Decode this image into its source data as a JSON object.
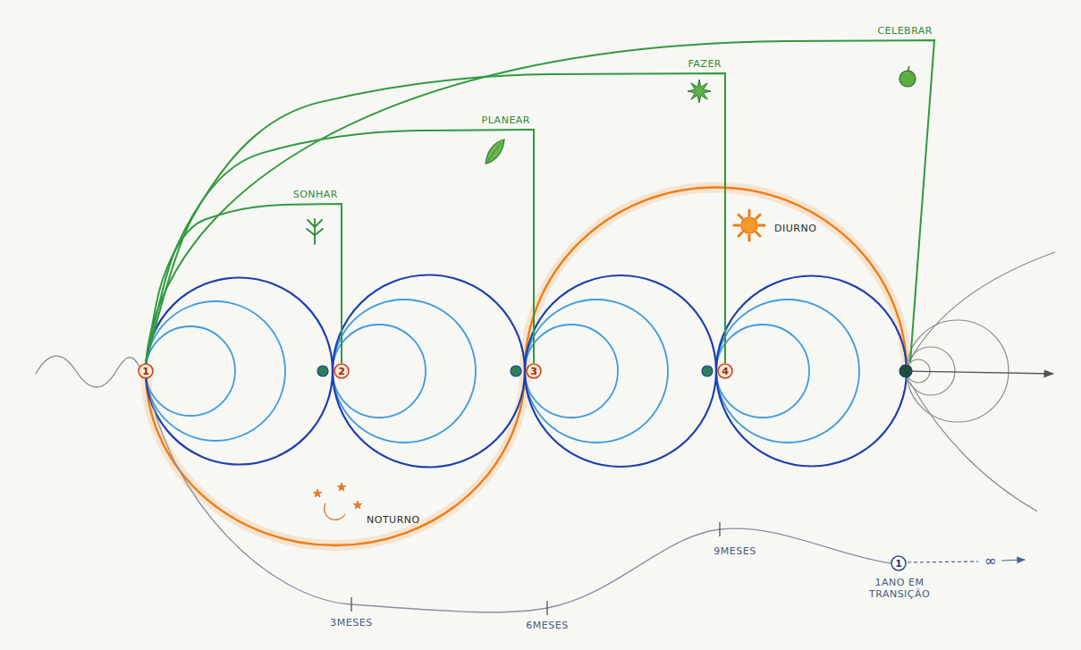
{
  "diagram": {
    "nodes": [
      {
        "text": [
          "1"
        ]
      },
      {
        "text": [
          "2"
        ]
      },
      {
        "text": [
          "3"
        ]
      },
      {
        "text": [
          "4"
        ]
      },
      {
        "text": [
          "1"
        ]
      }
    ],
    "edges": [
      {
        "from": 0,
        "to": 1,
        "arrow": "none",
        "label": "SONHAR"
      },
      {
        "from": 0,
        "to": 2,
        "arrow": "none",
        "label": "PLANEAR"
      },
      {
        "from": 0,
        "to": 3,
        "arrow": "none",
        "label": "FAZER"
      }
    ],
    "labels": [
      "CELEBRAR",
      "DIURNO",
      "NOTURNO",
      "3MESES",
      "6MESES",
      "9MESES",
      "1ANO EM TRANSIÇÃO",
      "∞"
    ]
  }
}
